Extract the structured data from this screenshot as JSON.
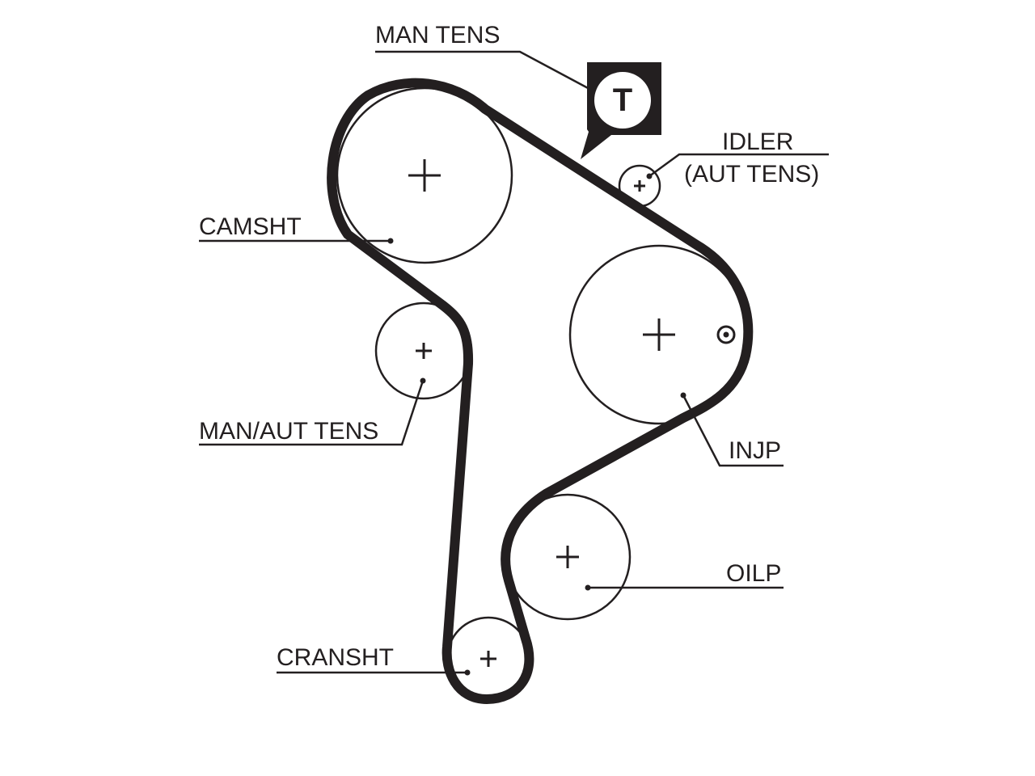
{
  "diagram": {
    "labels": {
      "man_tens": "MAN TENS",
      "idler_line1": "IDLER",
      "idler_line2": "(AUT TENS)",
      "camsht": "CAMSHT",
      "man_aut_tens": "MAN/AUT TENS",
      "injp": "INJP",
      "oilp": "OILP",
      "cransht": "CRANSHT"
    },
    "tensioner_badge_letter": "T",
    "icons": [
      "tensioner-marker-icon",
      "timing-mark-icon"
    ],
    "colors": {
      "line": "#231f20",
      "background": "#ffffff"
    }
  }
}
